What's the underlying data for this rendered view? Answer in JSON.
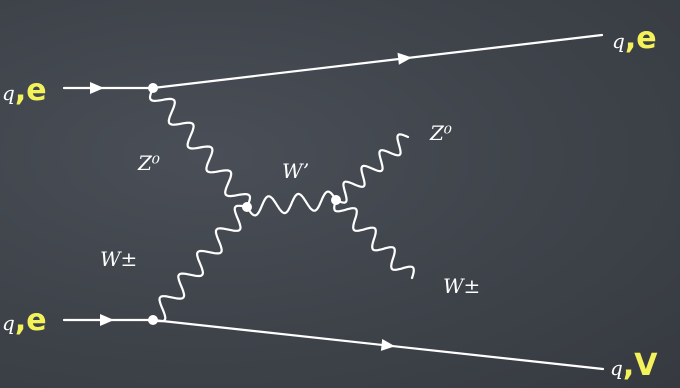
{
  "particles": {
    "top_left": {
      "q": "q",
      "sep": ",",
      "lep": "e"
    },
    "bottom_left": {
      "q": "q",
      "sep": ",",
      "lep": "e"
    },
    "top_right": {
      "q": "q",
      "sep": ",",
      "lep": "e"
    },
    "bottom_right": {
      "q": "q",
      "sep": ",",
      "lep": "V"
    }
  },
  "bosons": {
    "z_left": "Z⁰",
    "w_left": "W±",
    "w_prime": "W’",
    "z_right": "Z⁰",
    "w_right": "W±"
  },
  "colors": {
    "background": "#3f444b",
    "lines": "#ffffff",
    "highlight": "#f4f25a"
  }
}
